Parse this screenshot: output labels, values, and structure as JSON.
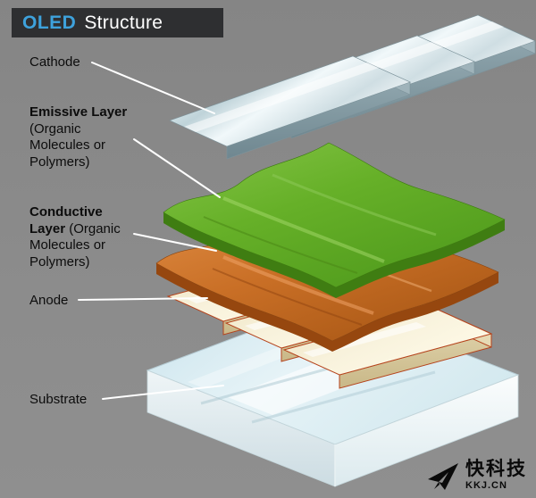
{
  "title": {
    "brand": "OLED",
    "name": "Structure"
  },
  "labels": {
    "cathode": "Cathode",
    "emissive": {
      "bold": "Emissive Layer",
      "rest": "(Organic Molecules or Polymers)"
    },
    "conductive": {
      "bold": "Conductive Layer",
      "rest": "(Organic Molecules or Polymers)"
    },
    "anode": "Anode",
    "substrate": "Substrate"
  },
  "watermark": {
    "cn": "快科技",
    "site": "KKJ.CN"
  },
  "colors": {
    "accent_blue": "#3ea2dc",
    "header_bg": "#2e2f31",
    "background_gray": "#8c8c8c",
    "cathode_silver": "#d5e4e9",
    "emissive_green": "#63ad25",
    "conductive_orange": "#c96f26",
    "anode_cream": "#f3ecd2",
    "anode_outline": "#b5431c",
    "substrate_glass": "#dceef2",
    "leader_line": "#ffffff",
    "label_text": "#0c0c0c"
  },
  "diagram": {
    "type": "exploded-layer-stack",
    "layers": [
      {
        "name": "Cathode",
        "color": "#d5e4e9",
        "bars": 3
      },
      {
        "name": "Emissive Layer (Organic Molecules or Polymers)",
        "color": "#63ad25"
      },
      {
        "name": "Conductive Layer (Organic Molecules or Polymers)",
        "color": "#c96f26"
      },
      {
        "name": "Anode",
        "color": "#f3ecd2",
        "bars": 3
      },
      {
        "name": "Substrate",
        "color": "#dceef2"
      }
    ]
  }
}
